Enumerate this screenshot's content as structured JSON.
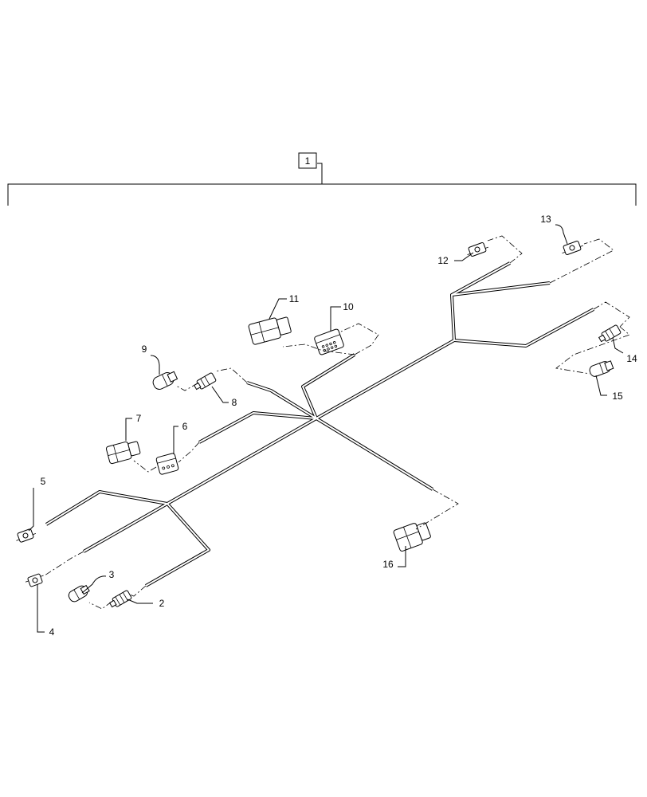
{
  "assembly": {
    "item": "1"
  },
  "callouts": [
    "2",
    "3",
    "4",
    "5",
    "6",
    "7",
    "8",
    "9",
    "10",
    "11",
    "12",
    "13",
    "14",
    "15",
    "16"
  ],
  "icons": {
    "connector": "connector-icon",
    "wire": "wire-harness"
  }
}
